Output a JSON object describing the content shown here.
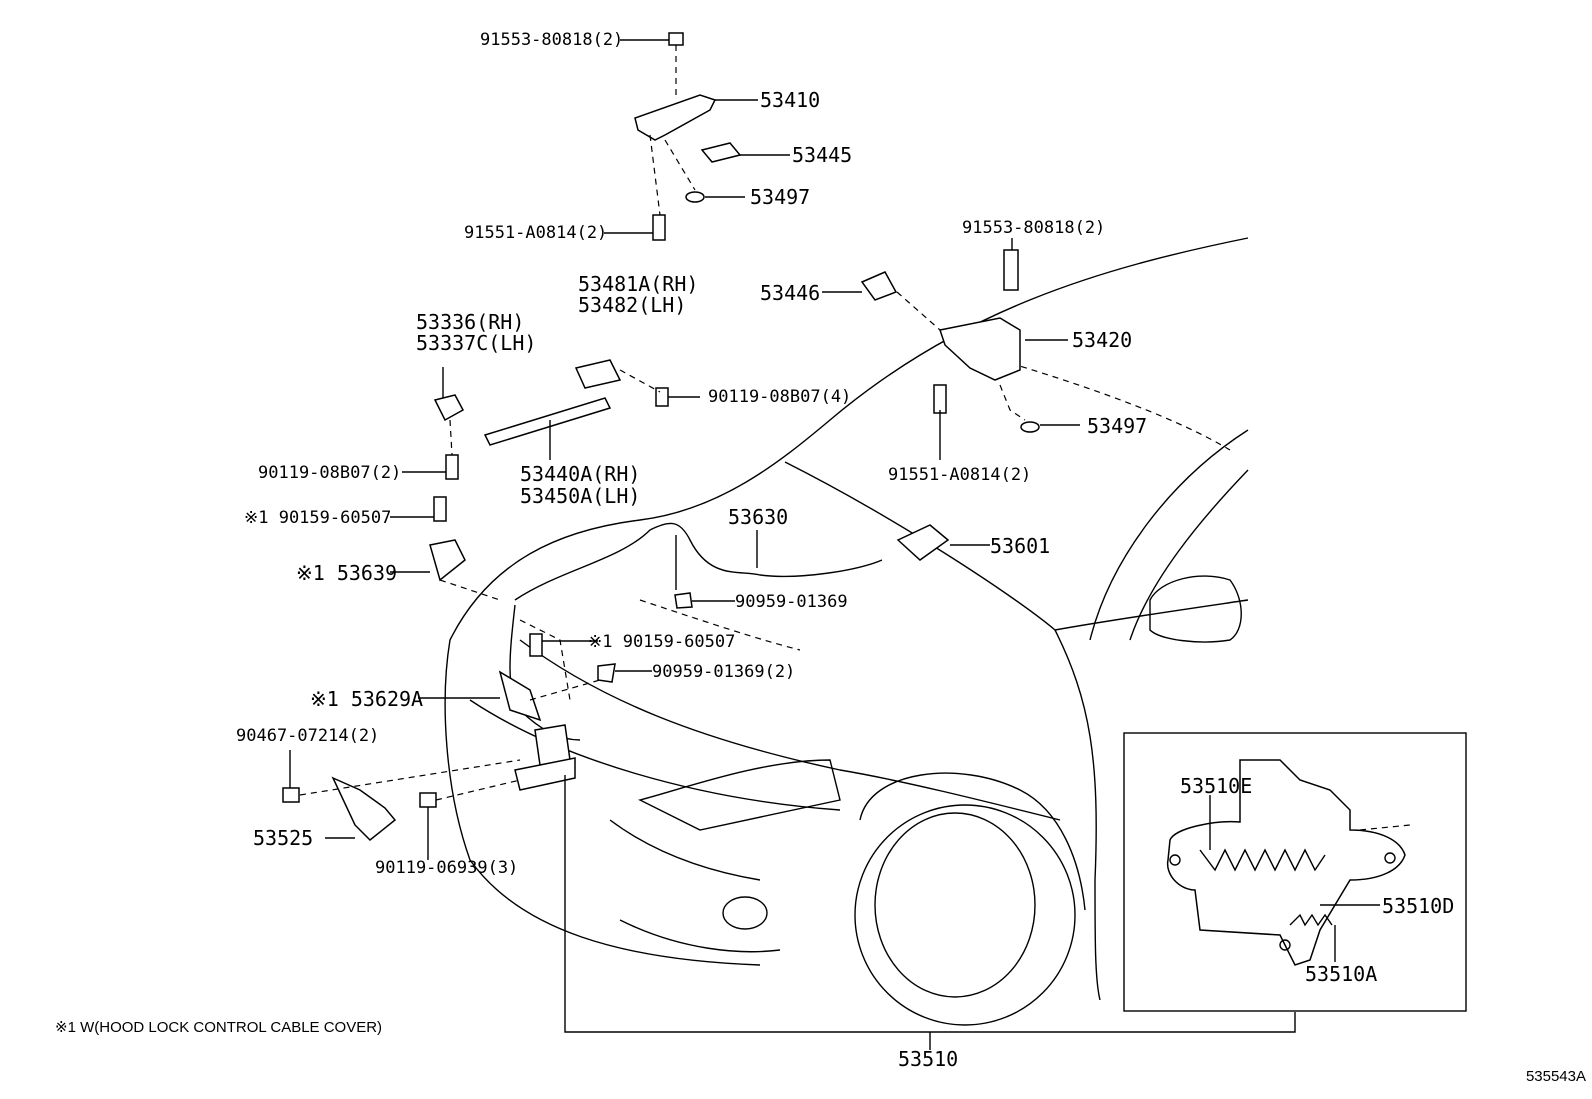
{
  "labels": {
    "l91553_top": "91553-80818(2)",
    "l53410": "53410",
    "l53445": "53445",
    "l53497_top": "53497",
    "l91551_top": "91551-A0814(2)",
    "l91553_r": "91553-80818(2)",
    "l53446": "53446",
    "l53420": "53420",
    "l53497_r": "53497",
    "l91551_r": "91551-A0814(2)",
    "l53481": "53481A(RH)",
    "l53482": "53482(LH)",
    "l53336": "53336(RH)",
    "l53337": "53337C(LH)",
    "l90119_4": "90119-08B07(4)",
    "l90119_2": "90119-08B07(2)",
    "l53440": "53440A(RH)",
    "l53450": "53450A(LH)",
    "l90159_a": "※1 90159-60507",
    "l53639": "※1 53639",
    "l53630": "53630",
    "l90959_a": "90959-01369",
    "l53601": "53601",
    "l90159_b": "※1 90159-60507",
    "l90959_b": "90959-01369(2)",
    "l53629": "※1 53629A",
    "l90467": "90467-07214(2)",
    "l53525": "53525",
    "l90119_3": "90119-06939(3)",
    "l53510E": "53510E",
    "l53510D": "53510D",
    "l53510A": "53510A",
    "l53510": "53510"
  },
  "footnote": "※1  W(HOOD LOCK CONTROL CABLE COVER)",
  "diagram_code": "535543A"
}
